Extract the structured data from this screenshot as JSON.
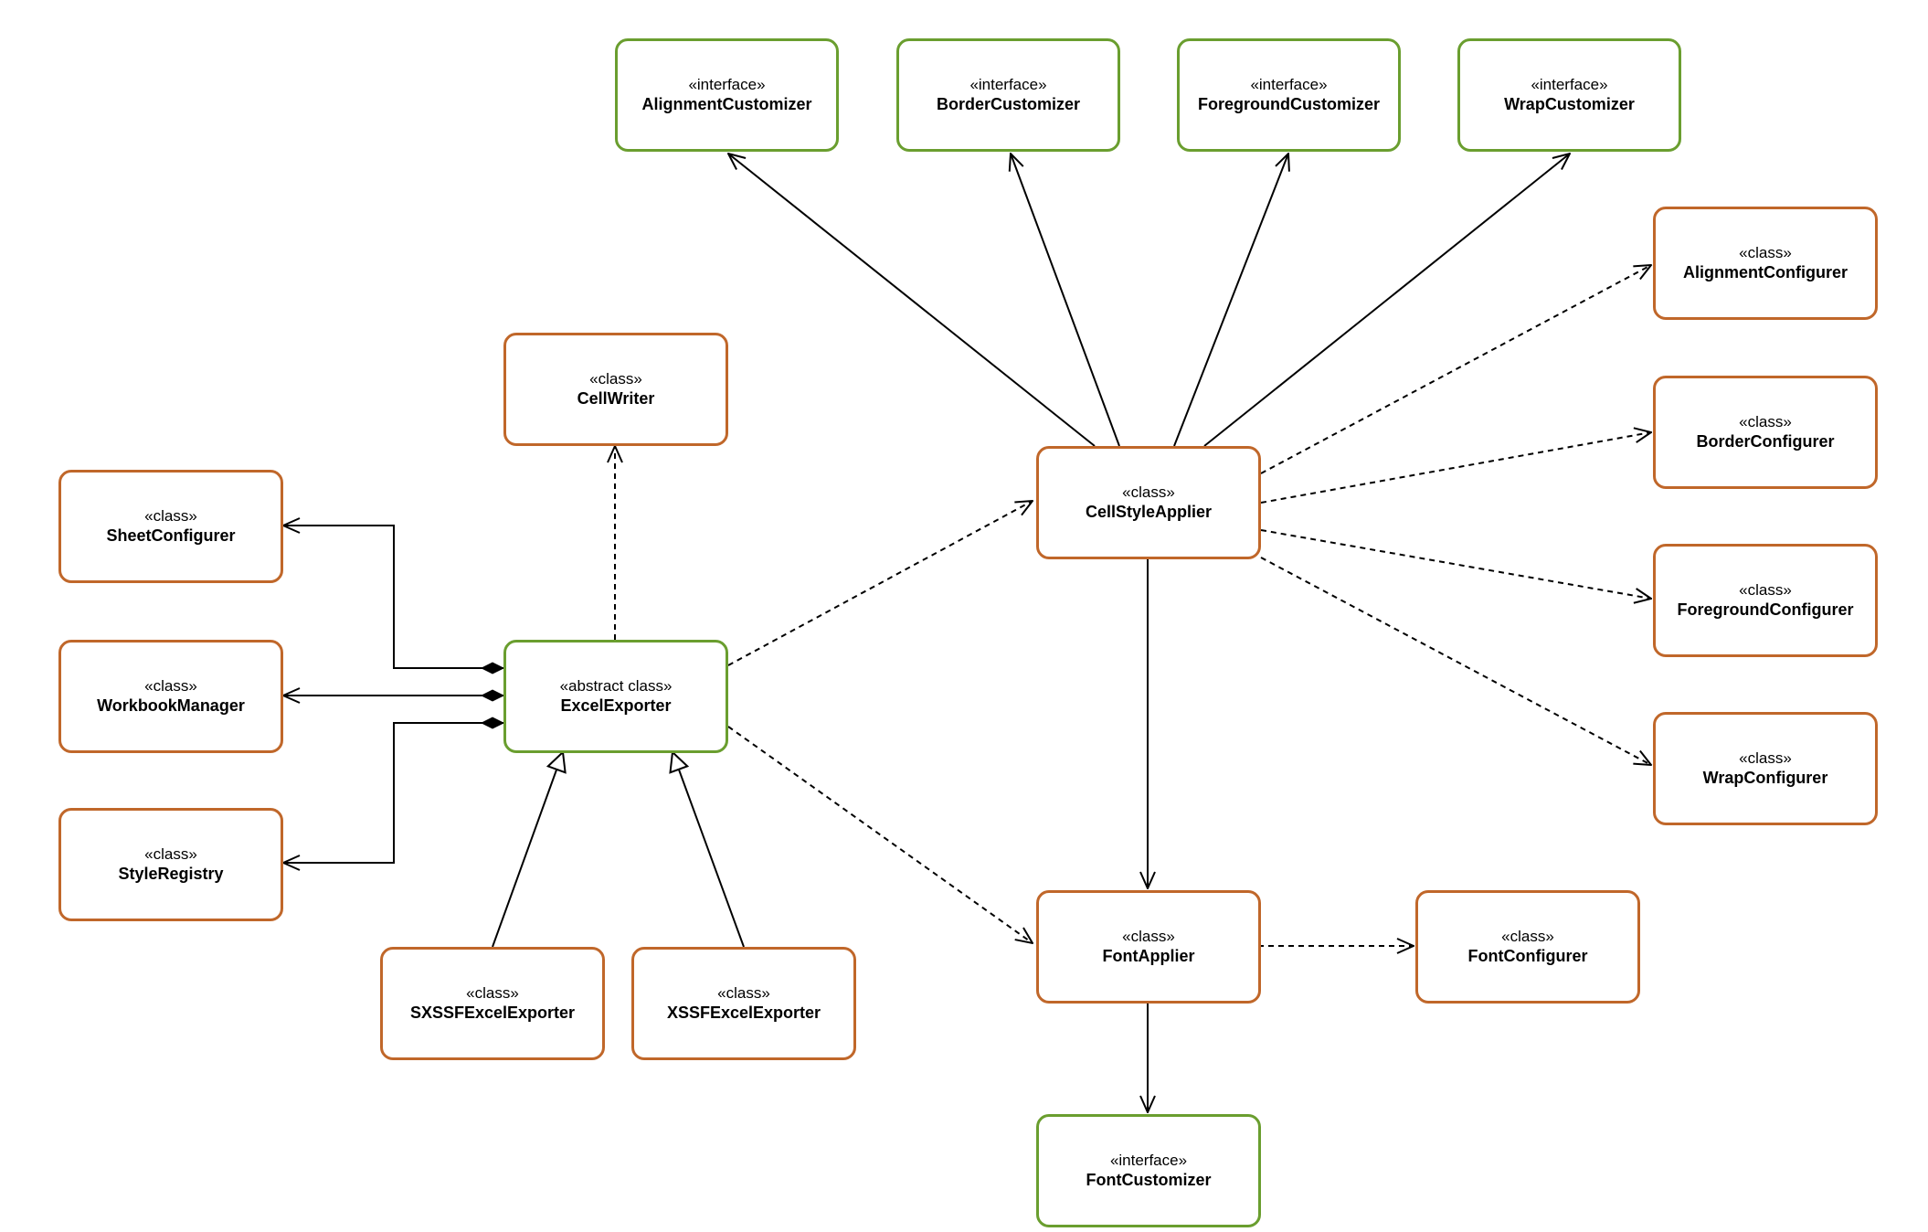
{
  "colors": {
    "class_border": "#c0672a",
    "interface_border": "#6a9e2f",
    "edge": "#000000"
  },
  "nodes": {
    "alignment_customizer": {
      "stereotype": "«interface»",
      "name": "AlignmentCustomizer"
    },
    "border_customizer": {
      "stereotype": "«interface»",
      "name": "BorderCustomizer"
    },
    "foreground_customizer": {
      "stereotype": "«interface»",
      "name": "ForegroundCustomizer"
    },
    "wrap_customizer": {
      "stereotype": "«interface»",
      "name": "WrapCustomizer"
    },
    "alignment_configurer": {
      "stereotype": "«class»",
      "name": "AlignmentConfigurer"
    },
    "border_configurer": {
      "stereotype": "«class»",
      "name": "BorderConfigurer"
    },
    "foreground_configurer": {
      "stereotype": "«class»",
      "name": "ForegroundConfigurer"
    },
    "wrap_configurer": {
      "stereotype": "«class»",
      "name": "WrapConfigurer"
    },
    "cell_writer": {
      "stereotype": "«class»",
      "name": "CellWriter"
    },
    "cell_style_applier": {
      "stereotype": "«class»",
      "name": "CellStyleApplier"
    },
    "sheet_configurer": {
      "stereotype": "«class»",
      "name": "SheetConfigurer"
    },
    "workbook_manager": {
      "stereotype": "«class»",
      "name": "WorkbookManager"
    },
    "style_registry": {
      "stereotype": "«class»",
      "name": "StyleRegistry"
    },
    "excel_exporter": {
      "stereotype": "«abstract class»",
      "name": "ExcelExporter"
    },
    "sxssf_excel_exporter": {
      "stereotype": "«class»",
      "name": "SXSSFExcelExporter"
    },
    "xssf_excel_exporter": {
      "stereotype": "«class»",
      "name": "XSSFExcelExporter"
    },
    "font_applier": {
      "stereotype": "«class»",
      "name": "FontApplier"
    },
    "font_configurer": {
      "stereotype": "«class»",
      "name": "FontConfigurer"
    },
    "font_customizer": {
      "stereotype": "«interface»",
      "name": "FontCustomizer"
    }
  }
}
